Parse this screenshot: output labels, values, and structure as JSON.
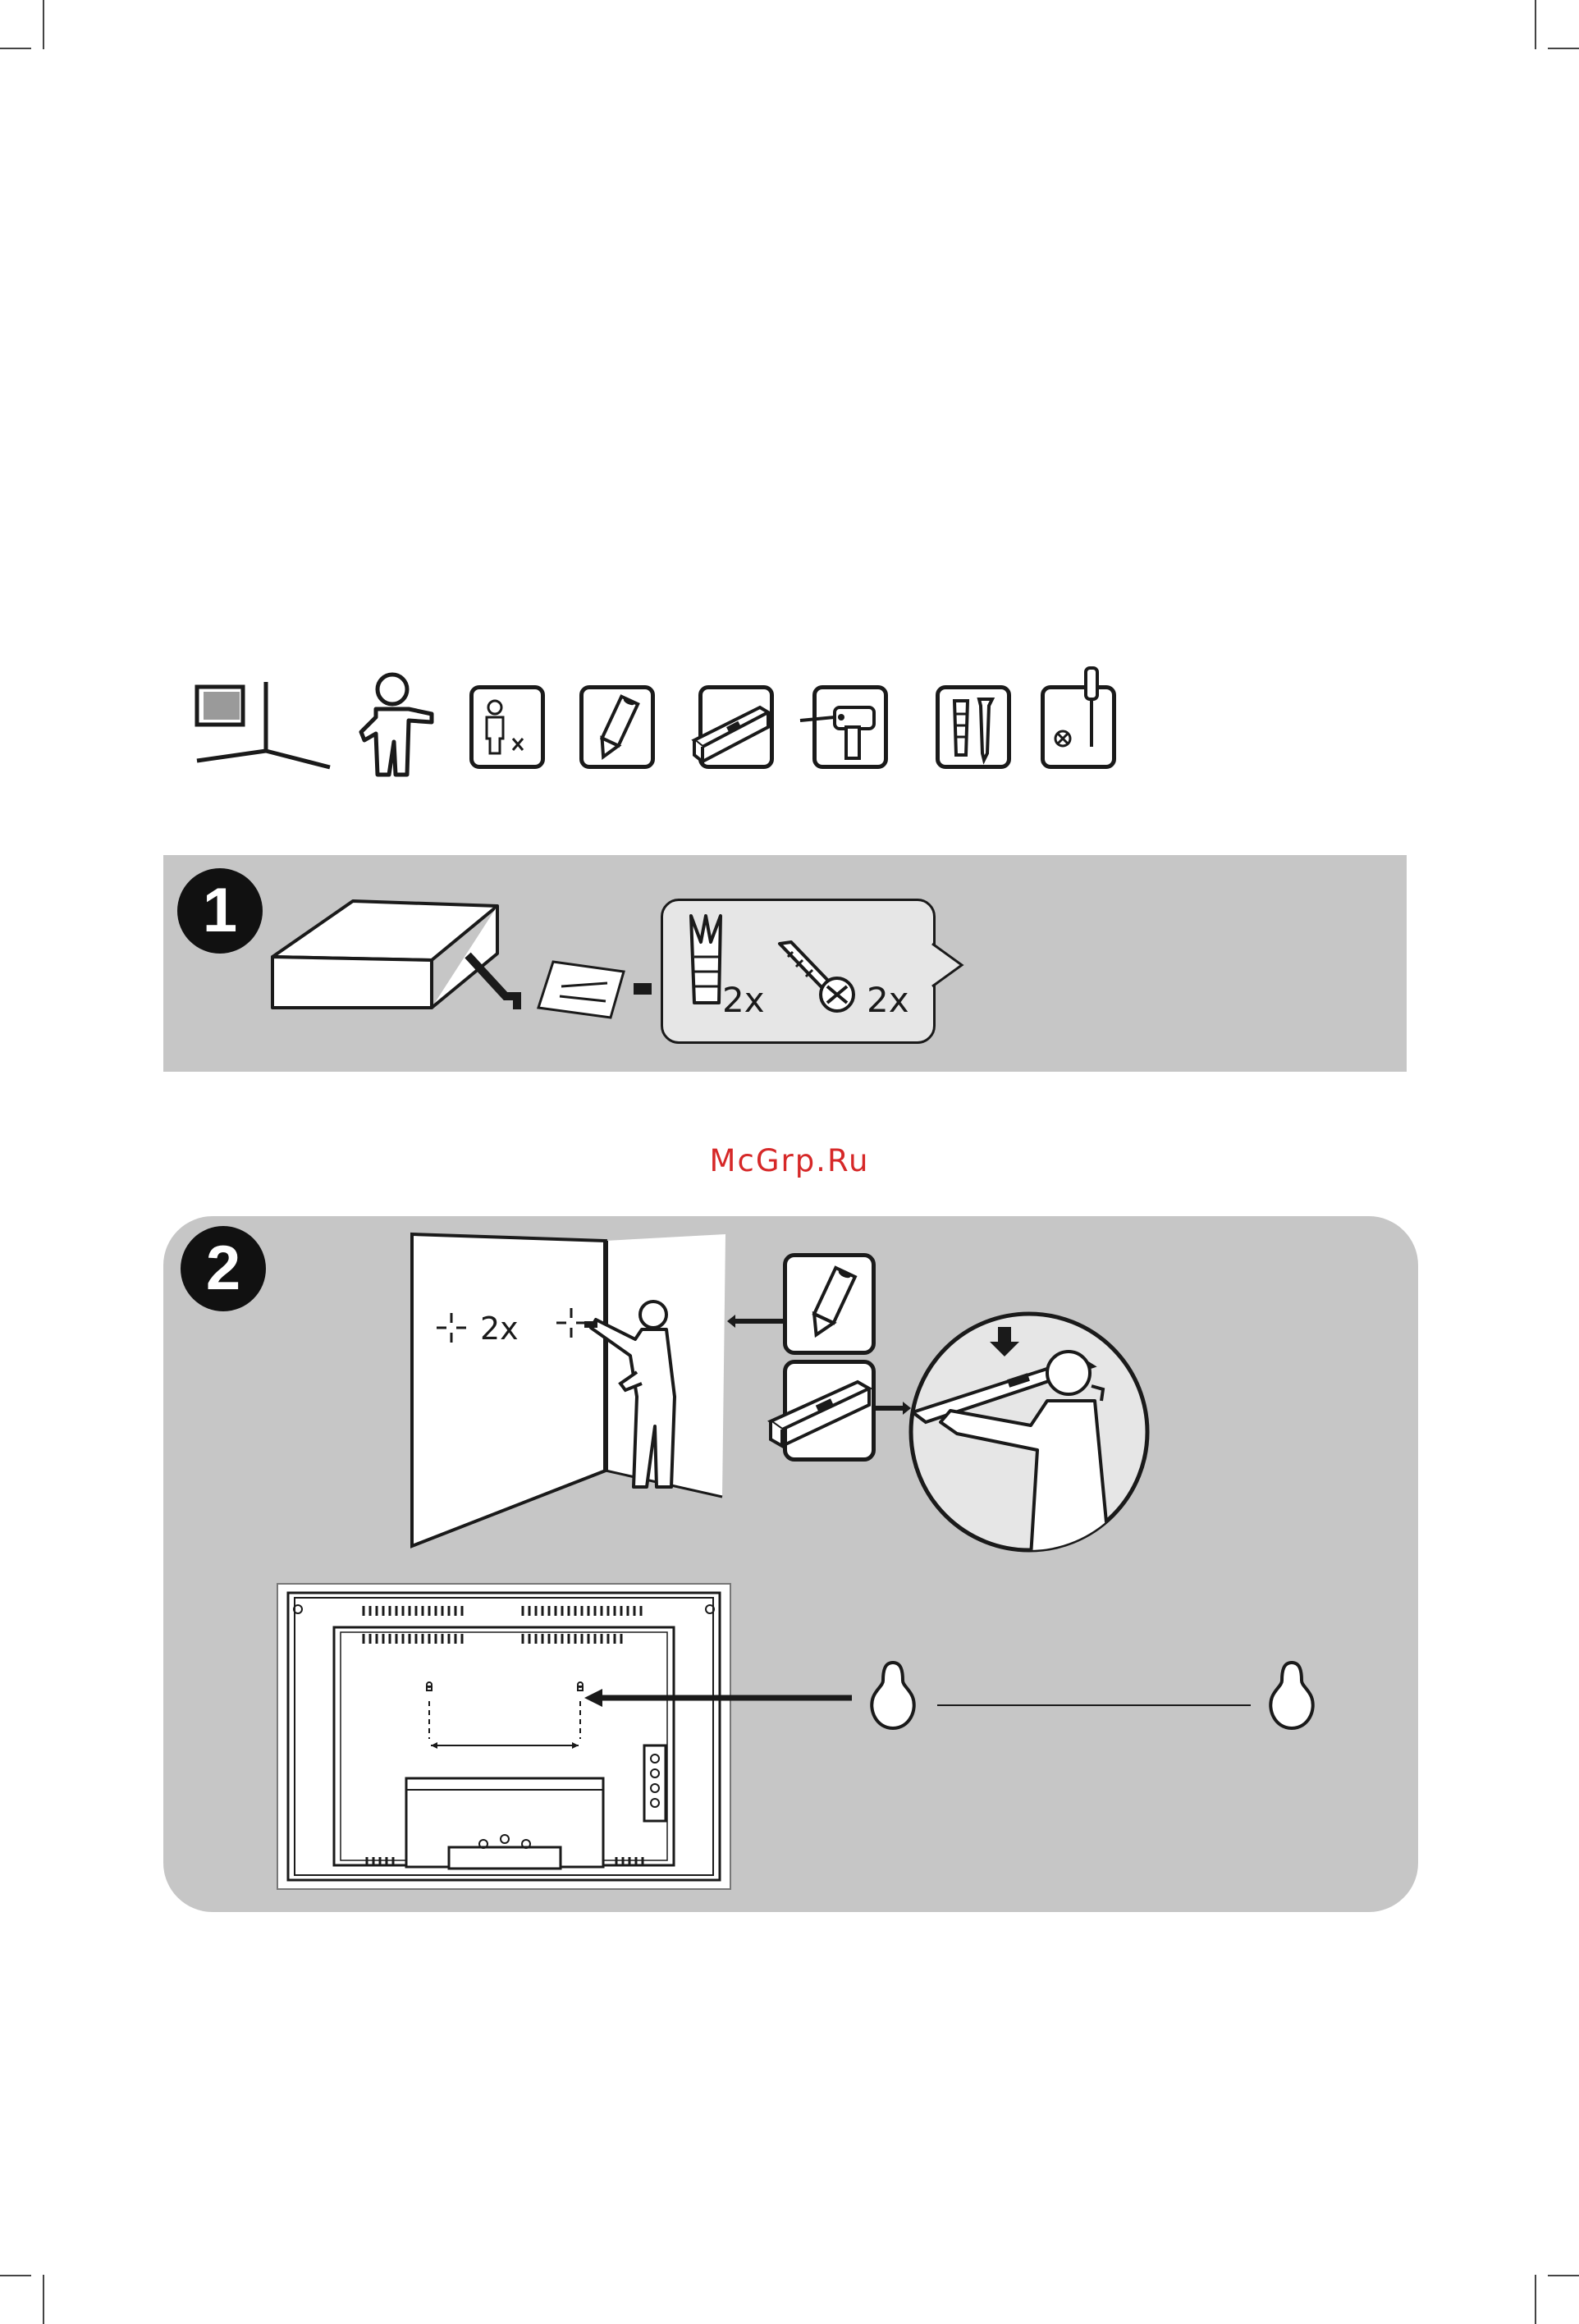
{
  "watermark": "McGrp.Ru",
  "icons": [
    "tv-in-corner-icon",
    "person-pointing-icon",
    "two-persons-icon",
    "pencil-icon",
    "spirit-level-icon",
    "drill-icon",
    "wall-plugs-and-screws-icon",
    "screwdriver-icon"
  ],
  "step1": {
    "number": "1",
    "plug_qty": "2x",
    "screw_qty": "2x"
  },
  "step2": {
    "number": "2",
    "marks_qty": "2x"
  },
  "colors": {
    "panel": "#c6c6c6",
    "ink": "#1a1a1a",
    "watermark": "#d62828"
  }
}
